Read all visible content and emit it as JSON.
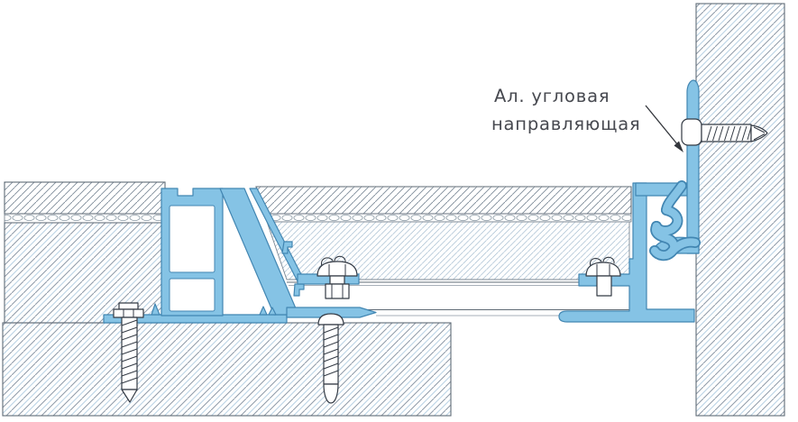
{
  "annotation": {
    "line1": "Ал. угловая",
    "line2": "направляющая"
  },
  "colors": {
    "aluminum": "#85c3e5",
    "aluminum_outline": "#4286b2",
    "hatch_gray": "#8e9aa8",
    "hatch_blue": "#b9d2e4",
    "hatch_fine": "#a8bfd2",
    "line": "#5f6b76",
    "label_text": "#474950",
    "screw_outline": "#333a44",
    "background": "#ffffff"
  },
  "components": [
    {
      "name": "right-wall-section"
    },
    {
      "name": "aluminum-corner-guide"
    },
    {
      "name": "horizontal-wall-screw"
    },
    {
      "name": "hatch-frame-profile"
    },
    {
      "name": "access-panel"
    },
    {
      "name": "panel-end-channel"
    },
    {
      "name": "clamp-bolt"
    },
    {
      "name": "panel-end-screw"
    },
    {
      "name": "left-anchor-screw"
    },
    {
      "name": "middle-anchor-screw"
    },
    {
      "name": "tile-finish-layer"
    },
    {
      "name": "adhesive-layer"
    },
    {
      "name": "base-structure-block"
    }
  ]
}
